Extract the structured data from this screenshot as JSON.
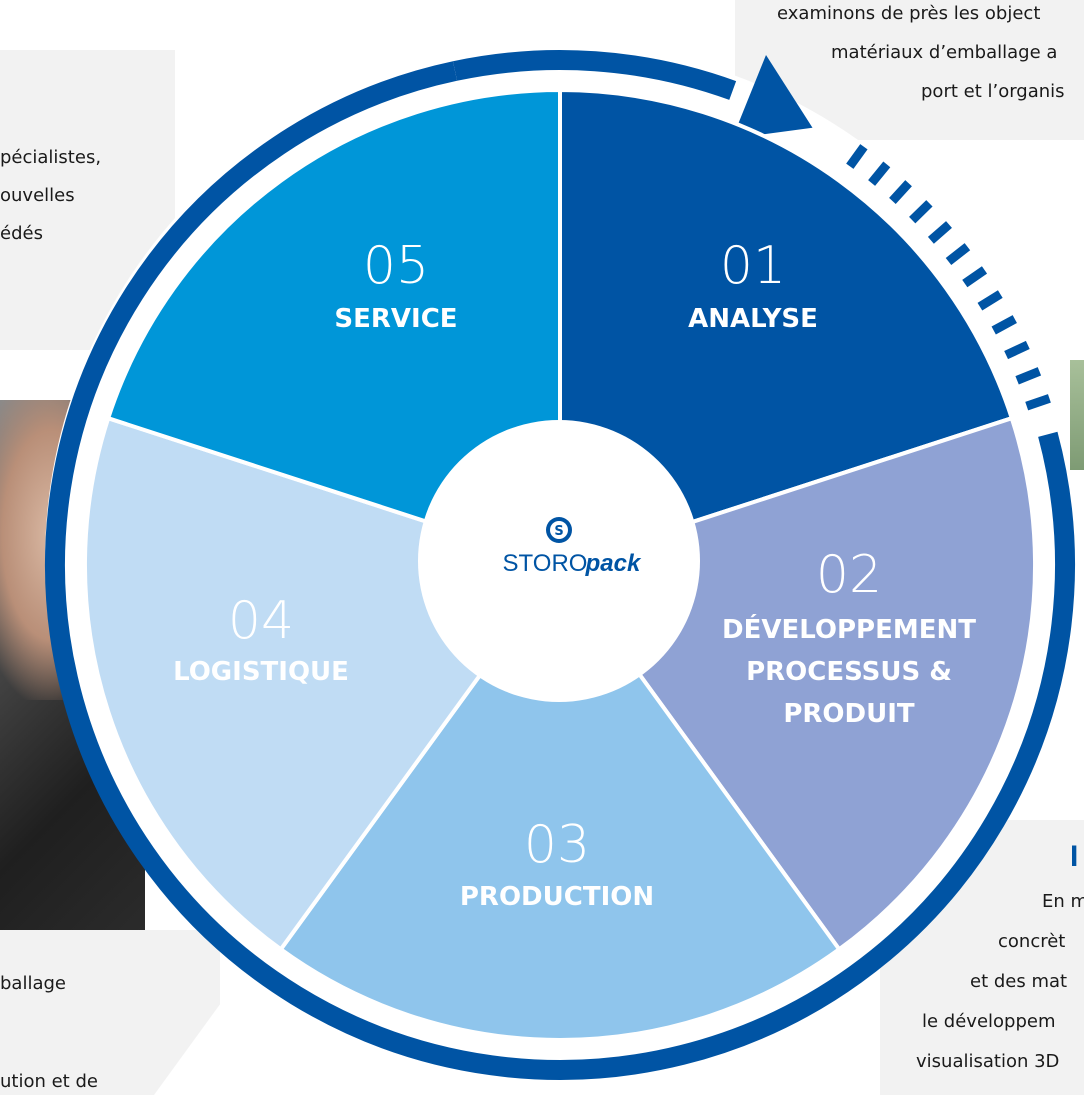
{
  "panels": {
    "left_top": [
      "pécialistes,",
      "ouvelles",
      "édés"
    ],
    "left_bottom": [
      "ballage",
      "ution et de"
    ],
    "right_top": [
      "examinons de près les object",
      "matériaux d’emballage a",
      "port et l’organis"
    ],
    "right_bottom": [
      "En m",
      "concrèt",
      "et des mat",
      "le développem",
      "visualisation 3D"
    ],
    "right_bottom_heading": "I"
  },
  "diagram": {
    "center_logo": {
      "text_main": "STORO",
      "text_italic": "pack",
      "icon": "storopack-s-icon"
    },
    "segments": [
      {
        "number": "01",
        "title_lines": [
          "ANALYSE"
        ],
        "color": "#0054a4"
      },
      {
        "number": "02",
        "title_lines": [
          "DÉVELOPPEMENT",
          "PROCESSUS &",
          "PRODUIT"
        ],
        "color": "#8fa2d4"
      },
      {
        "number": "03",
        "title_lines": [
          "PRODUCTION"
        ],
        "color": "#8fc5ec"
      },
      {
        "number": "04",
        "title_lines": [
          "LOGISTIQUE"
        ],
        "color": "#c0dcf4"
      },
      {
        "number": "05",
        "title_lines": [
          "SERVICE"
        ],
        "color": "#0096d8"
      }
    ],
    "ring_color": "#0054a4"
  }
}
